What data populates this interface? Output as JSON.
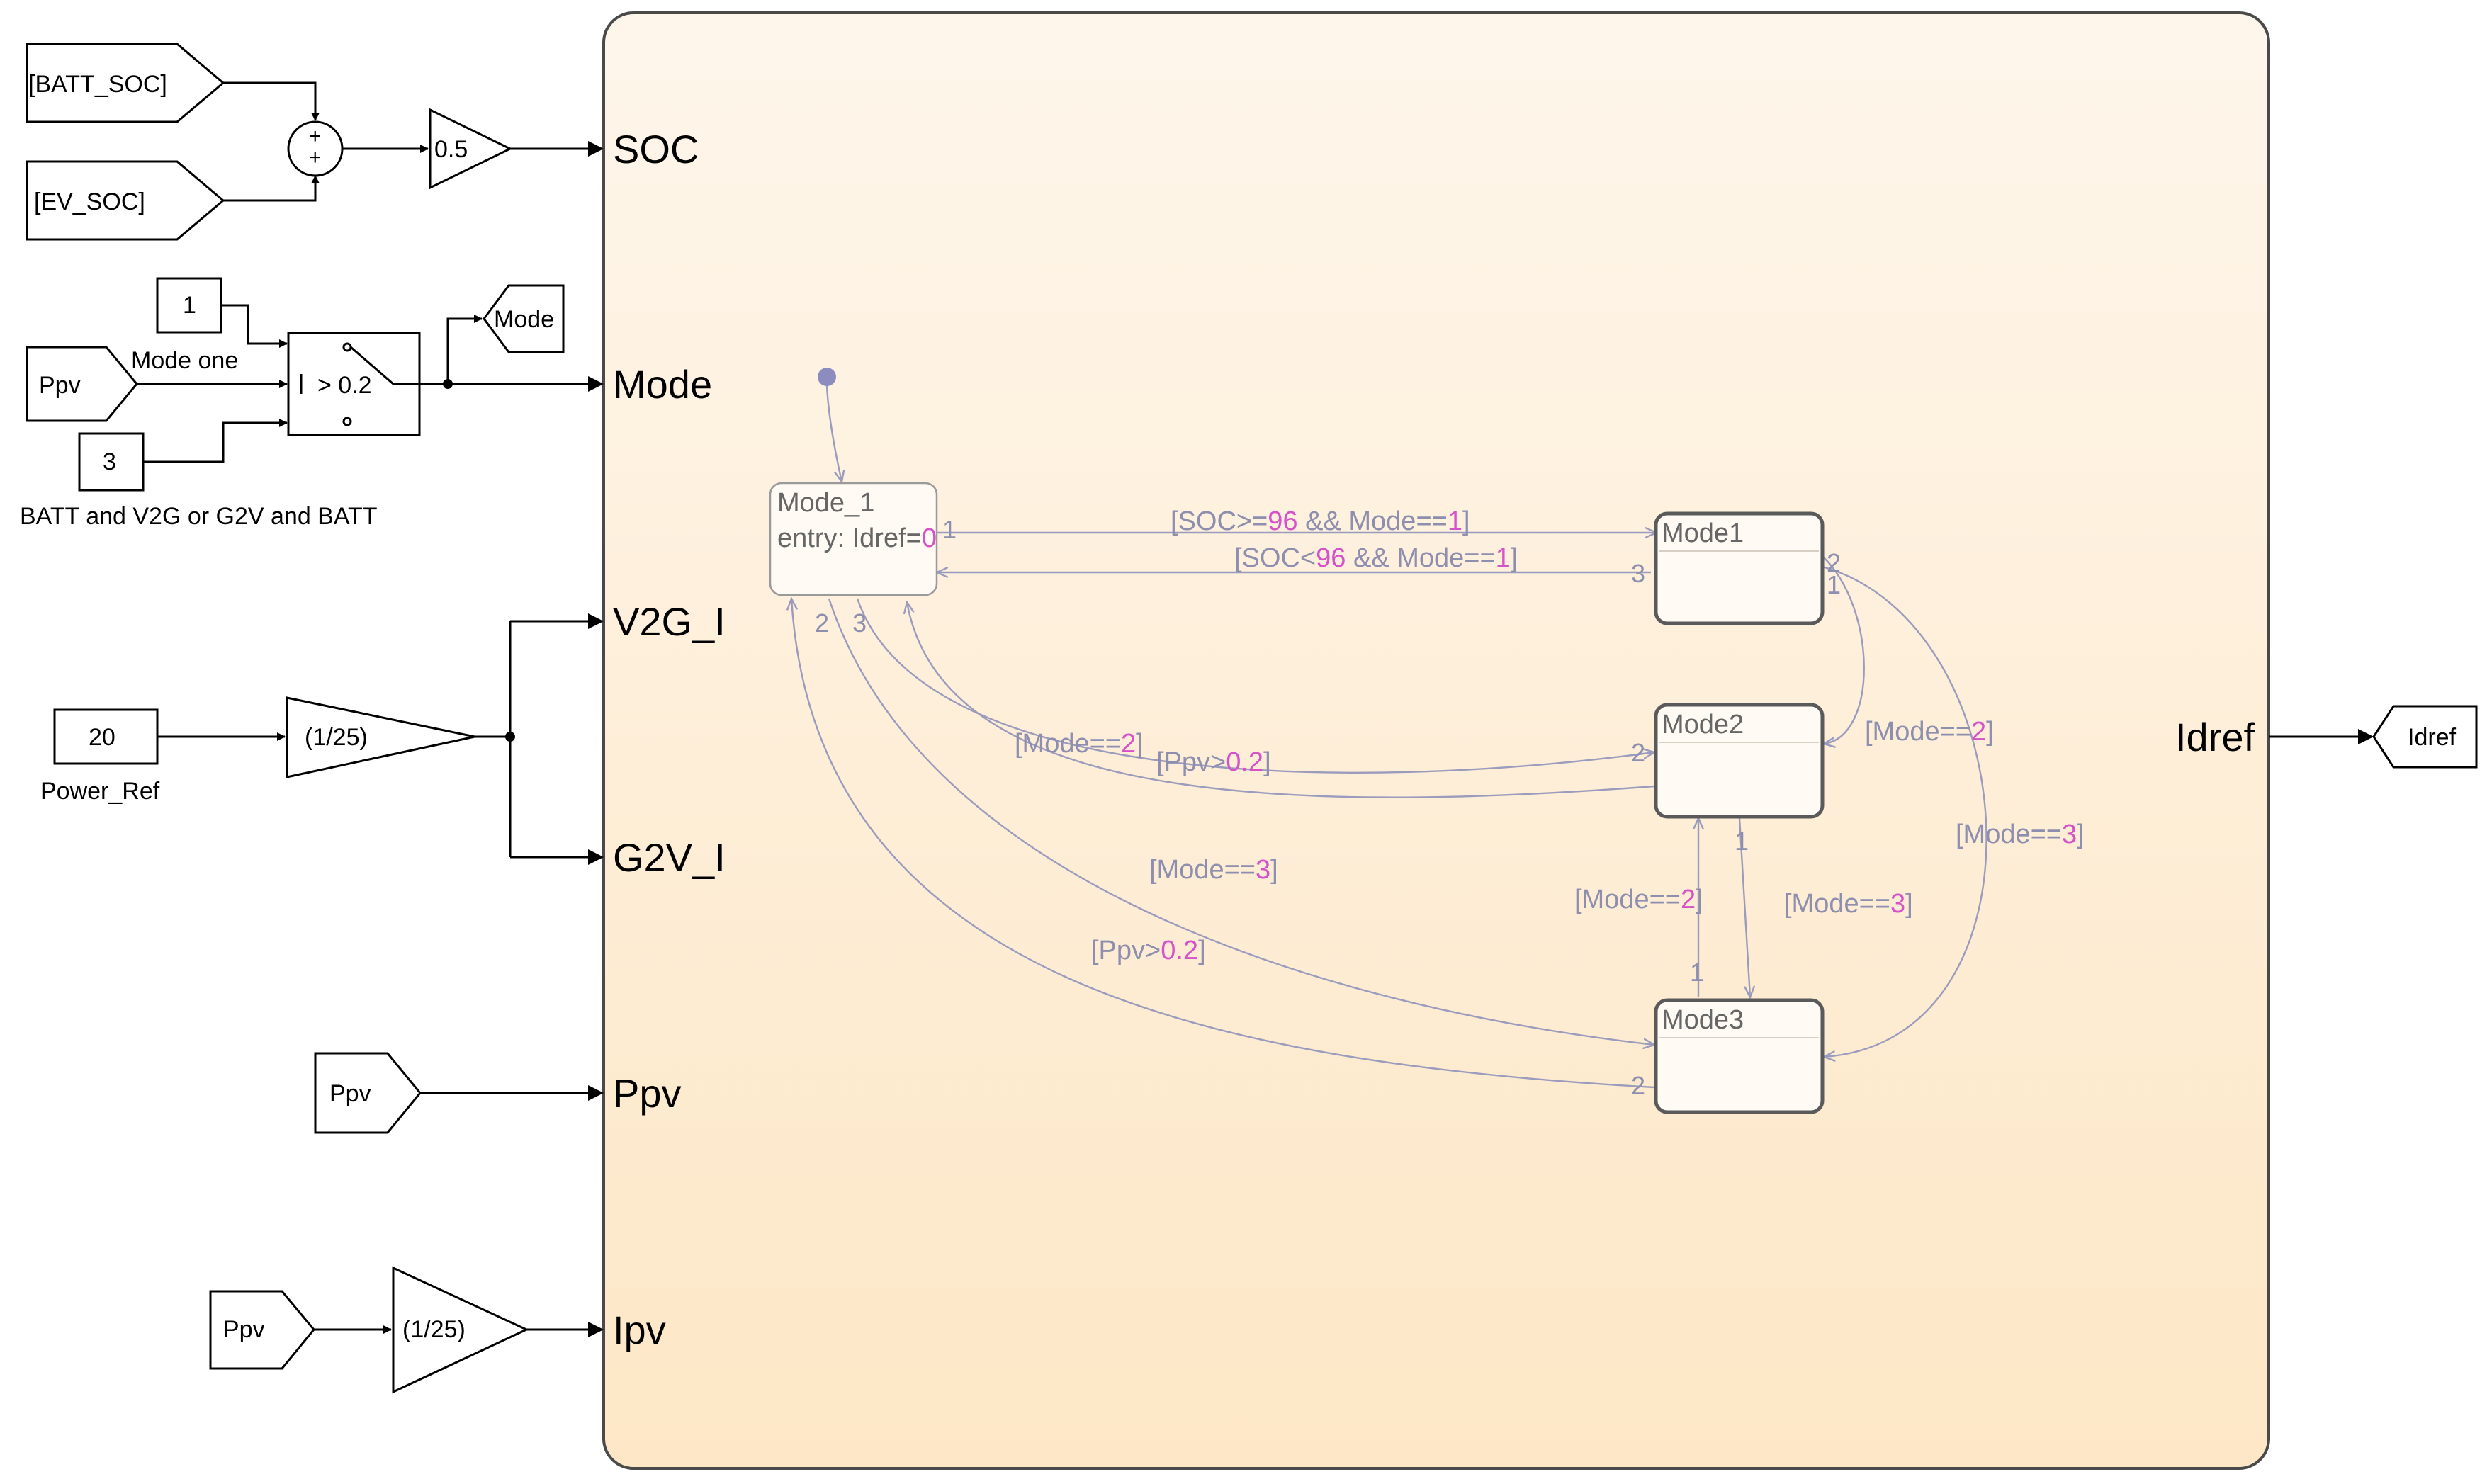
{
  "inputs": {
    "batt_soc": "[BATT_SOC]",
    "ev_soc": "[EV_SOC]",
    "sum_signs": [
      "+",
      "+"
    ],
    "gain_half": "0.5",
    "const_one": "1",
    "mode_one_label": "Mode one",
    "ppv_from": "Ppv",
    "switch_threshold": "> 0.2",
    "const_three": "3",
    "switch_caption": "BATT and V2G or G2V and BATT",
    "mode_goto": "Mode",
    "const_twenty": "20",
    "power_ref_label": "Power_Ref",
    "gain_div25": "(1/25)",
    "ppv_from_2": "Ppv",
    "ppv_from_3": "Ppv",
    "gain_div25_2": "(1/25)"
  },
  "chart": {
    "ports_in": [
      "SOC",
      "Mode",
      "V2G_I",
      "G2V_I",
      "Ppv",
      "Ipv"
    ],
    "port_out": "Idref",
    "outport_goto": "Idref",
    "states": {
      "mode_1": {
        "name": "Mode_1",
        "entry": "entry: Idref=",
        "entry_value": "0"
      },
      "mode1": "Mode1",
      "mode2": "Mode2",
      "mode3": "Mode3"
    },
    "transitions": {
      "t1": {
        "pre": "[SOC>=",
        "num1": "96",
        "mid": " && Mode==",
        "num2": "1",
        "post": "]"
      },
      "t2": {
        "pre": "[SOC<",
        "num1": "96",
        "mid": " && Mode==",
        "num2": "1",
        "post": "]"
      },
      "t3": {
        "pre": "[Mode==",
        "num": "2",
        "post": "]"
      },
      "t4": {
        "pre": "[Ppv>",
        "num": "0.2",
        "post": "]"
      },
      "t5": {
        "pre": "[Mode==",
        "num": "2",
        "post": "]"
      },
      "t6": {
        "pre": "[Mode==",
        "num": "3",
        "post": "]"
      },
      "t7": {
        "pre": "[Mode==",
        "num": "3",
        "post": "]"
      },
      "t8": {
        "pre": "[Ppv>",
        "num": "0.2",
        "post": "]"
      },
      "t9": {
        "pre": "[Mode==",
        "num": "2",
        "post": "]"
      },
      "t10": {
        "pre": "[Mode==",
        "num": "3",
        "post": "]"
      }
    },
    "orders": {
      "m1_out": "1",
      "m1_in": "3",
      "mode_1_a": "2",
      "mode_1_b": "3",
      "mode1_a": "2",
      "mode1_b": "1",
      "mode2_a": "2",
      "mode2_b": "1",
      "mode3_a": "1",
      "mode3_b": "2"
    }
  }
}
